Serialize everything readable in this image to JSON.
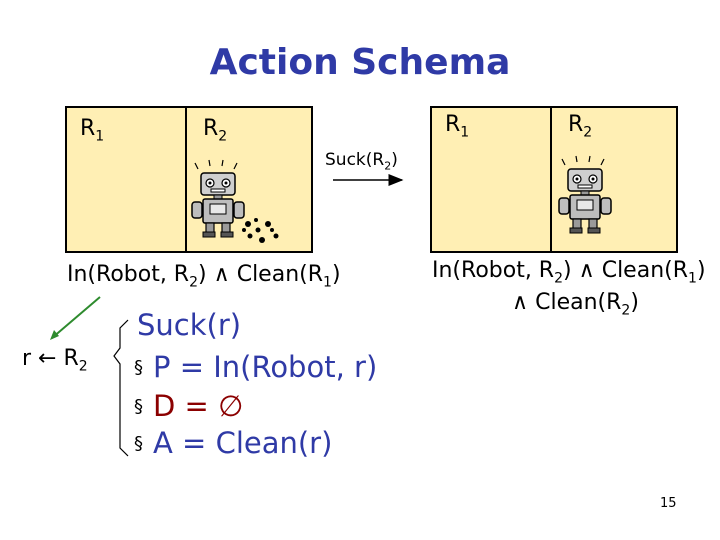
{
  "title": "Action Schema",
  "rooms": {
    "r1": "R",
    "r2": "R",
    "sub1": "1",
    "sub2": "2"
  },
  "arrow_action": {
    "text": "Suck(R",
    "sub": "2",
    "close": ")"
  },
  "left_state": {
    "p1": "In(Robot, R",
    "s1": "2",
    "p2": ") ",
    "and": "∧",
    "p3": " Clean(R",
    "s2": "1",
    "p4": ")"
  },
  "right_state": {
    "p1": "In(Robot, R",
    "s1": "2",
    "p2": ") ",
    "and": "∧",
    "p3": " Clean(R",
    "s2": "1",
    "p4": ")",
    "line2_and": "∧",
    "line2_p": " Clean(R",
    "line2_s": "2",
    "line2_close": ")"
  },
  "substitution": {
    "text": "r ",
    "arrow": "←",
    "r": " R",
    "sub": "2"
  },
  "schema": {
    "name": "Suck(r)",
    "bullet": "§",
    "precond": "P = In(Robot, r)",
    "delete_label": "D = ",
    "delete_value": "∅",
    "add": "A = Clean(r)"
  },
  "page_number": "15",
  "colors": {
    "title_blue": "#2f3aa6",
    "room_fill": "#ffefb4",
    "delete_red": "#8b0000",
    "arrow_green": "#2e8b2e"
  }
}
